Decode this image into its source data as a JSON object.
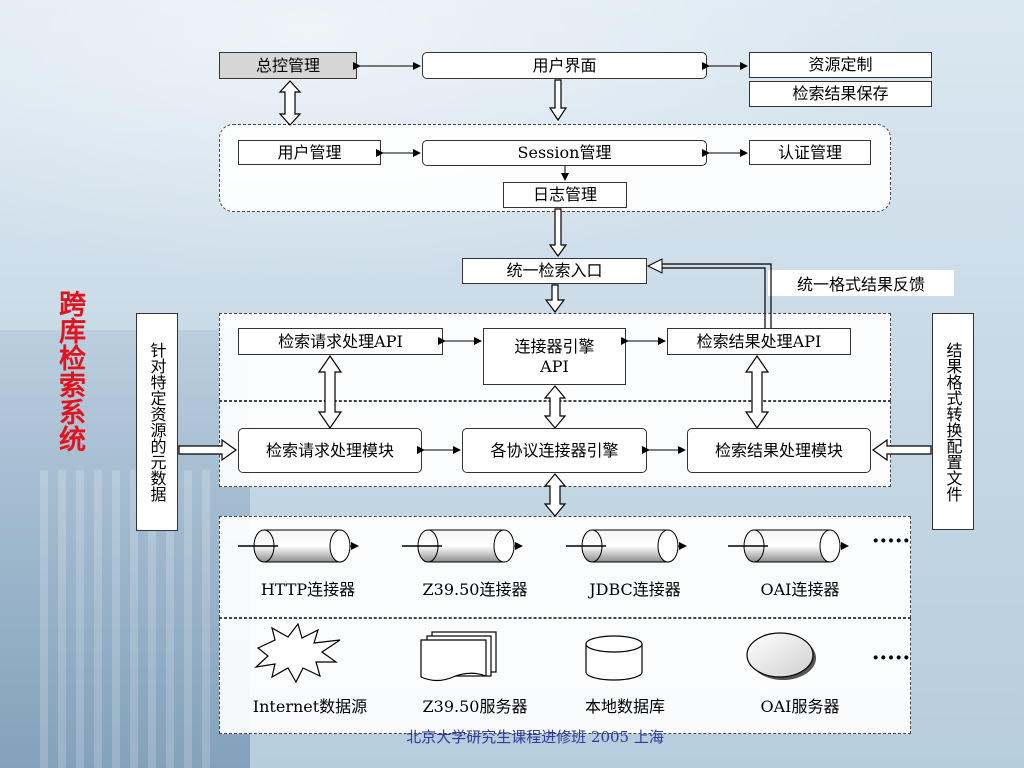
{
  "side_title": "跨库检索系统",
  "footer_text": "北京大学研究生课程进修班  2005  上海",
  "top": {
    "total_control": "总控管理",
    "user_interface": "用户界面",
    "resource_custom": "资源定制",
    "search_save": "检索结果保存"
  },
  "session_group": {
    "user_mgmt": "用户管理",
    "session_mgmt": "Session管理",
    "auth_mgmt": "认证管理",
    "log_mgmt": "日志管理"
  },
  "unified_entry": "统一检索入口",
  "unified_feedback": "统一格式结果反馈",
  "api_layer": {
    "request_api": "检索请求处理API",
    "connector_api_line1": "连接器引擎",
    "connector_api_line2": "API",
    "result_api": "检索结果处理API"
  },
  "module_layer": {
    "request_module": "检索请求处理模块",
    "protocol_engine": "各协议连接器引擎",
    "result_module": "检索结果处理模块"
  },
  "left_vertical": "针对特定资源的元数据",
  "right_vertical": "结果格式转换配置文件",
  "connectors": [
    "HTTP连接器",
    "Z39.50连接器",
    "JDBC连接器",
    "OAI连接器"
  ],
  "sources": [
    "Internet数据源",
    "Z39.50服务器",
    "本地数据库",
    "OAI服务器"
  ],
  "ellipsis": "·····"
}
